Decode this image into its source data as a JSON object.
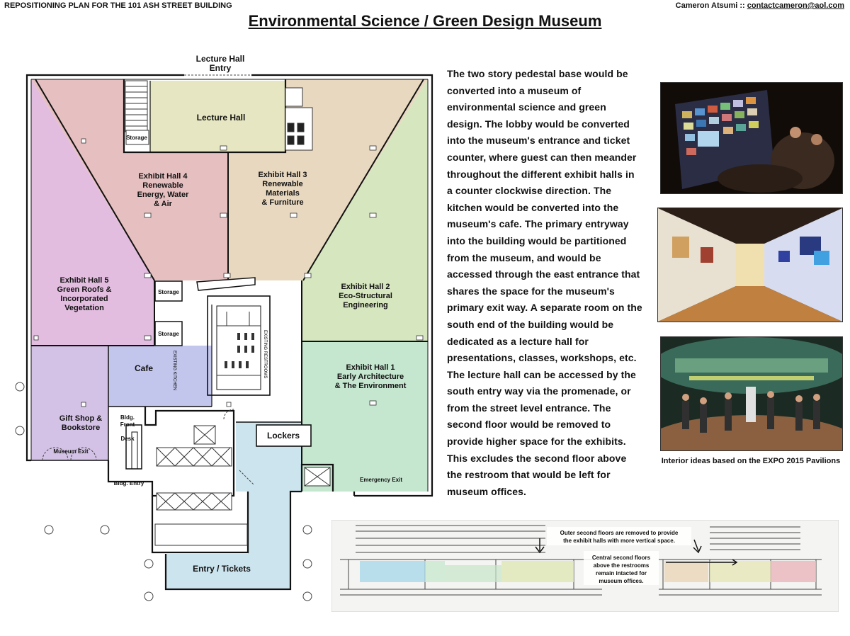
{
  "header": {
    "left": "REPOSITIONING PLAN FOR THE 101 ASH STREET BUILDING",
    "author": "Cameron Atsumi ::",
    "email": "contactcameron@aol.com"
  },
  "title": "Environmental Science / Green Design Museum",
  "plan": {
    "lecture_entry_1": "Lecture Hall",
    "lecture_entry_2": "Entry",
    "lecture_hall": "Lecture Hall",
    "storage_top": "Storage",
    "hall4": [
      "Exhibit Hall 4",
      "Renewable",
      "Energy, Water",
      "& Air"
    ],
    "hall3": [
      "Exhibit Hall 3",
      "Renewable",
      "Materials",
      "& Furniture"
    ],
    "hall5": [
      "Exhibit Hall 5",
      "Green Roofs &",
      "Incorporated",
      "Vegetation"
    ],
    "hall2": [
      "Exhibit Hall 2",
      "Eco-Structural",
      "Engineering"
    ],
    "hall1": [
      "Exhibit Hall 1",
      "Early Architecture",
      "& The Environment"
    ],
    "storage_mid1": "Storage",
    "storage_mid2": "Storage",
    "cafe": "Cafe",
    "existing_kitchen": "EXISTING KITCHEN",
    "existing_restrooms": "EXISTING RESTROOMS",
    "gift_shop": [
      "Gift Shop &",
      "Bookstore"
    ],
    "museum_exit": "Museum Exit",
    "front_desk": [
      "Bldg.",
      "Front",
      "Desk"
    ],
    "bldg_entry": "Bldg. Entry",
    "lockers": "Lockers",
    "emergency_exit": "Emergency Exit",
    "entry_tickets": "Entry / Tickets"
  },
  "description": "The two story pedestal base would be converted into a museum of environmental science and green design. The lobby would be converted into the museum's entrance and ticket counter, where guest can then meander throughout the different exhibit halls in a counter clockwise direction. The kitchen would be converted into the museum's cafe. The primary entryway into the building would be partitioned from the museum, and would be accessed through the east entrance that shares the space for the museum's primary exit way. A separate room on the south end of the building would be dedicated as a lecture hall for presentations, classes, workshops, etc. The lecture hall can be accessed by the south entry way via the promenade, or from the street level entrance. The second floor would be removed to provide higher space for the exhibits. This excludes the second floor above the restroom that would be left for museum offices.",
  "photo_caption": "Interior ideas based on the EXPO 2015 Pavilions",
  "section": {
    "note1": [
      "Outer second floors are removed to provide",
      "the exhibit halls with more vertical space."
    ],
    "note2": [
      "Central second floors",
      "above the restrooms",
      "remain intacted for",
      "museum offices."
    ]
  },
  "colors": {
    "lecture_hall": "#e6e6c2",
    "hall4": "#e6c0c0",
    "hall3": "#e8d8c0",
    "hall5": "#e3bde0",
    "hall2": "#d6e6bf",
    "hall1": "#c5e6cf",
    "cafe": "#c3c6ec",
    "gift_shop": "#d4c2e6",
    "entry": "#cce4ee"
  }
}
